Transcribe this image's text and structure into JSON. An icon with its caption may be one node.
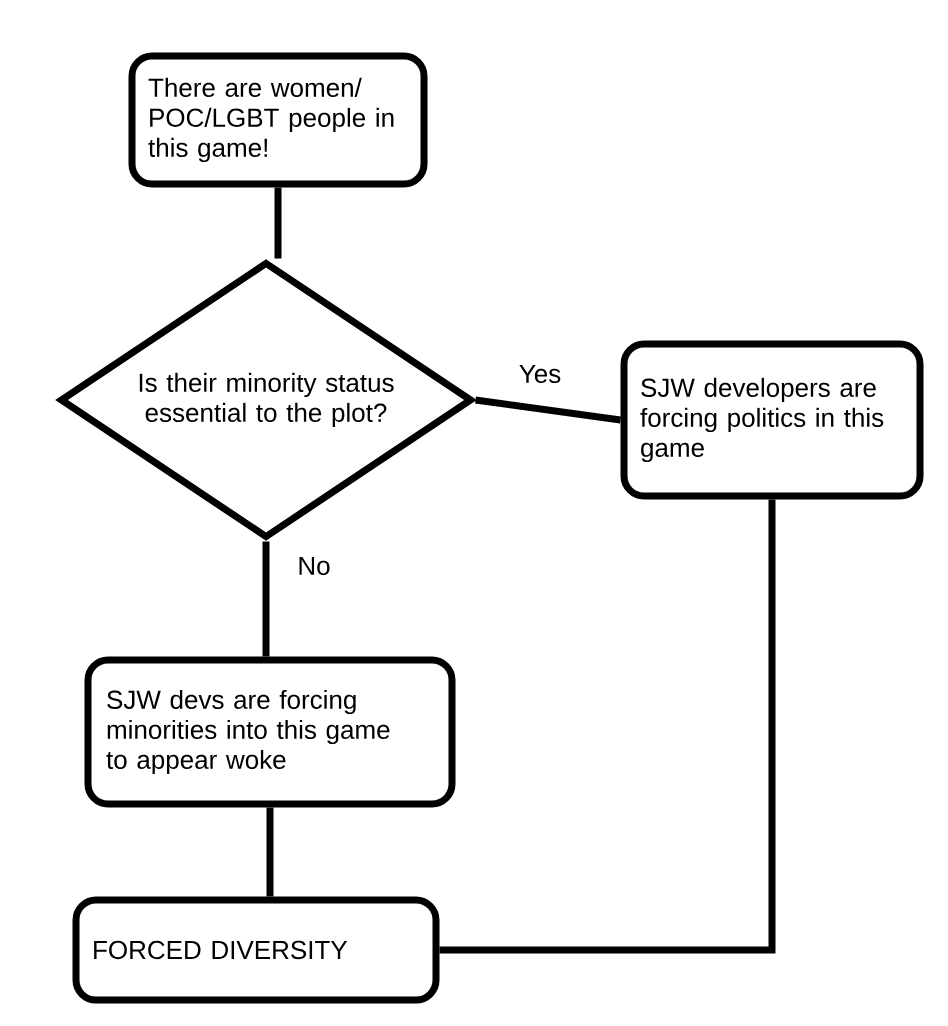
{
  "diagram": {
    "nodes": [
      {
        "text": [
          "There are women/ POC/LGBT people in this game!"
        ]
      },
      {
        "text": [
          "Is their minority status essential to the plot?"
        ]
      },
      {
        "text": [
          "SJW developers are forcing politics in this game"
        ]
      },
      {
        "text": [
          "SJW devs are forcing minorities into this game to appear woke"
        ]
      },
      {
        "text": [
          "FORCED DIVERSITY"
        ]
      }
    ],
    "edges": [
      {
        "from": 0,
        "to": 1,
        "arrow": "none"
      },
      {
        "from": 1,
        "to": 2,
        "arrow": "none",
        "label": "Yes"
      },
      {
        "from": 1,
        "to": 3,
        "arrow": "none",
        "label": "No"
      },
      {
        "from": 3,
        "to": 4,
        "arrow": "none"
      },
      {
        "from": 2,
        "to": 4,
        "arrow": "none"
      }
    ]
  }
}
